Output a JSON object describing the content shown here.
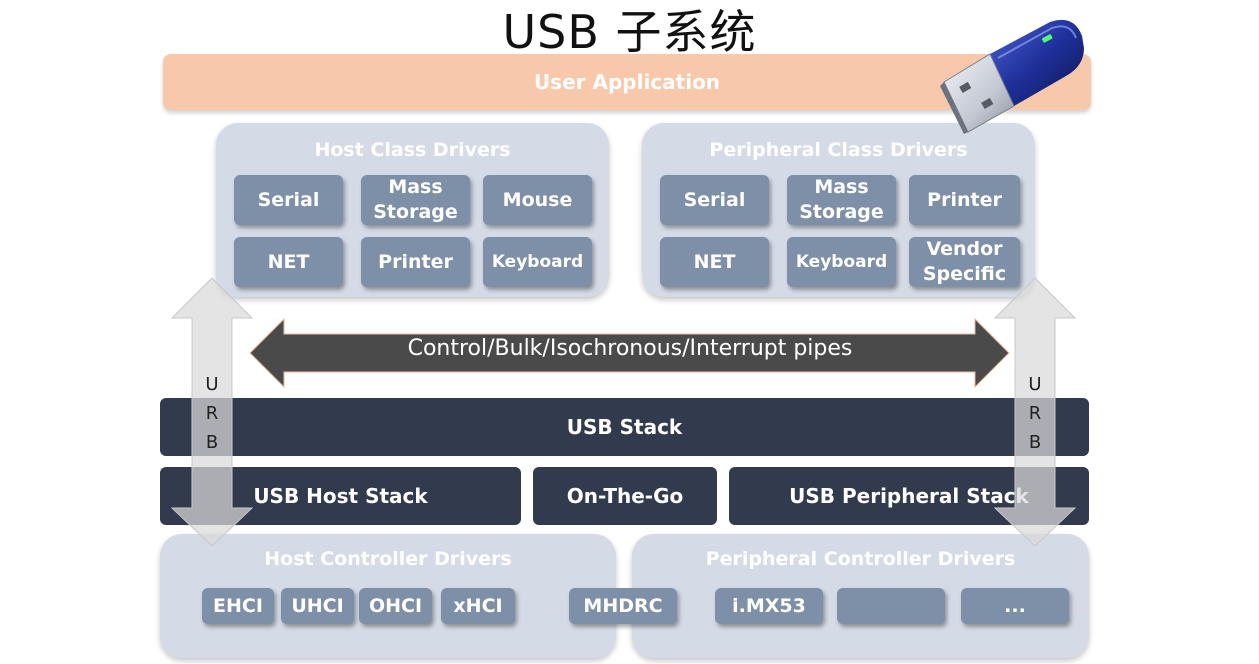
{
  "title": "USB 子系统",
  "user_application": "User Application",
  "host_class": {
    "title": "Host Class Drivers",
    "items": [
      "Serial",
      "Mass\nStorage",
      "Mouse",
      "NET",
      "Printer",
      "Keyboard"
    ]
  },
  "peripheral_class": {
    "title": "Peripheral Class Drivers",
    "items": [
      "Serial",
      "Mass\nStorage",
      "Printer",
      "NET",
      "Keyboard",
      "Vendor\nSpecific"
    ]
  },
  "pipes_label": "Control/Bulk/Isochronous/Interrupt pipes",
  "urb_left": [
    "U",
    "R",
    "B"
  ],
  "urb_right": [
    "U",
    "R",
    "B"
  ],
  "usb_stack": "USB Stack",
  "host_stack": "USB Host Stack",
  "otg": "On-The-Go",
  "peripheral_stack": "USB Peripheral Stack",
  "host_controller": {
    "title": "Host Controller Drivers",
    "items": [
      "EHCI",
      "UHCI",
      "OHCI",
      "xHCI"
    ]
  },
  "mhdrc": "MHDRC",
  "peripheral_controller": {
    "title": "Peripheral Controller Drivers",
    "items": [
      "i.MX53",
      "",
      "..."
    ]
  },
  "colors": {
    "user_application": "#f7c9aa",
    "panel": "#d5dbe6",
    "chip": "#7e8fa8",
    "stack": "#323b4e",
    "pipe_arrow": "#4a4a4a",
    "urb_arrow": "#d9d9d9"
  },
  "icons": [
    "usb-flash-drive-icon"
  ]
}
